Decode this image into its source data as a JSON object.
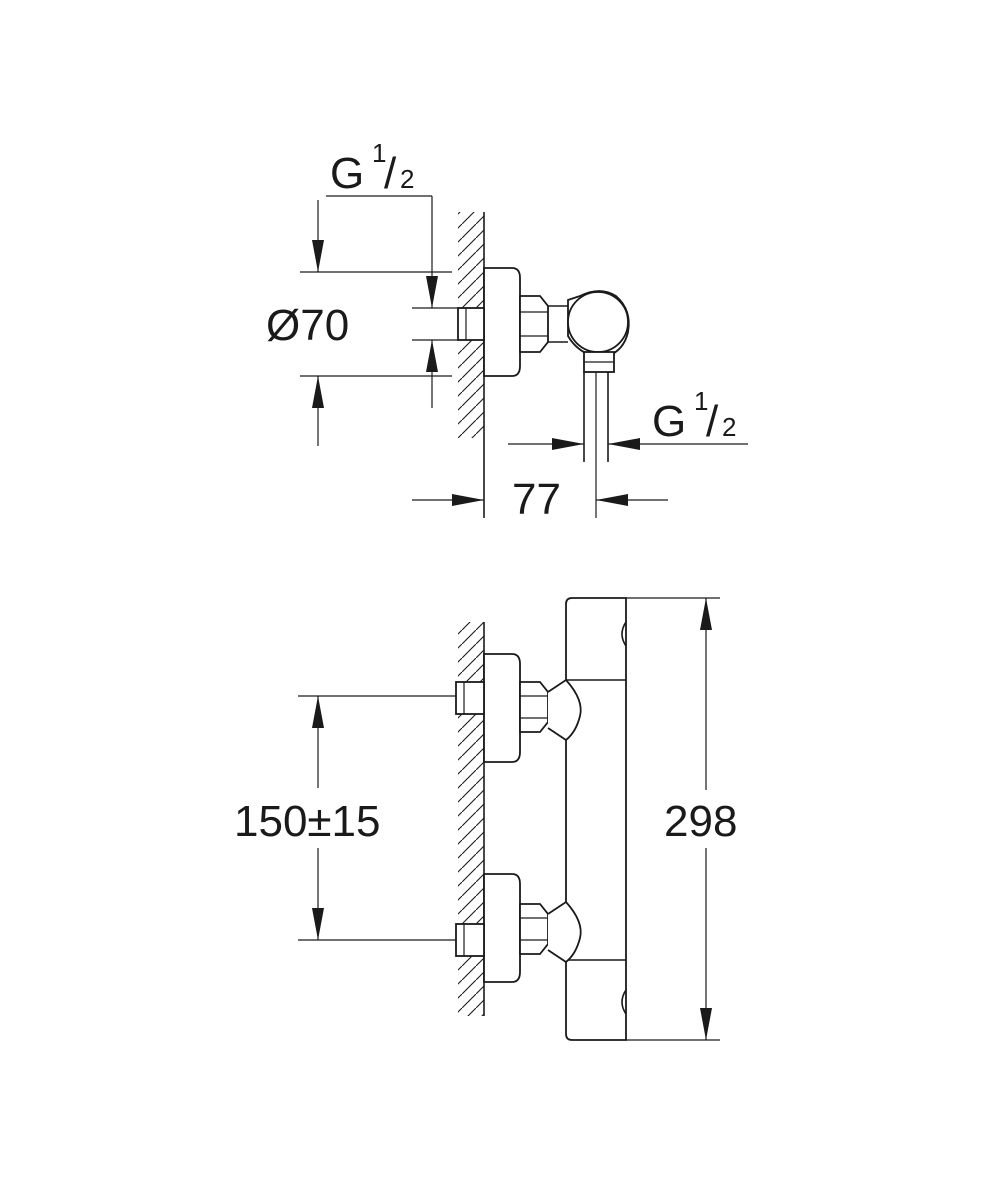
{
  "side_view": {
    "inlet_thread_label": {
      "prefix": "G",
      "numerator": "1",
      "slash": "/",
      "denominator": "2"
    },
    "diameter_label": "Ø70",
    "outlet_thread_label": {
      "prefix": "G",
      "numerator": "1",
      "slash": "/",
      "denominator": "2"
    },
    "depth_label": "77"
  },
  "front_view": {
    "centre_distance_label": "150±15",
    "height_label": "298"
  }
}
